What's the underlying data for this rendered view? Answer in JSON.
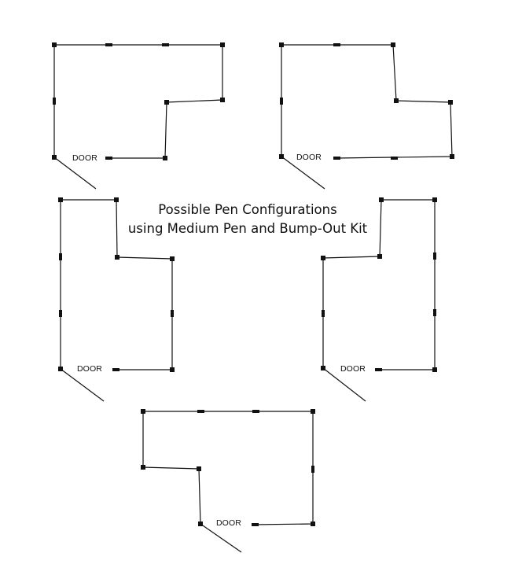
{
  "title": {
    "line1": "Possible Pen Configurations",
    "line2": "using Medium Pen and Bump-Out Kit"
  },
  "pens": [
    {
      "id": "pen-1",
      "door_label": "DOOR"
    },
    {
      "id": "pen-2",
      "door_label": "DOOR"
    },
    {
      "id": "pen-3",
      "door_label": "DOOR"
    },
    {
      "id": "pen-4",
      "door_label": "DOOR"
    },
    {
      "id": "pen-5",
      "door_label": "DOOR"
    }
  ]
}
